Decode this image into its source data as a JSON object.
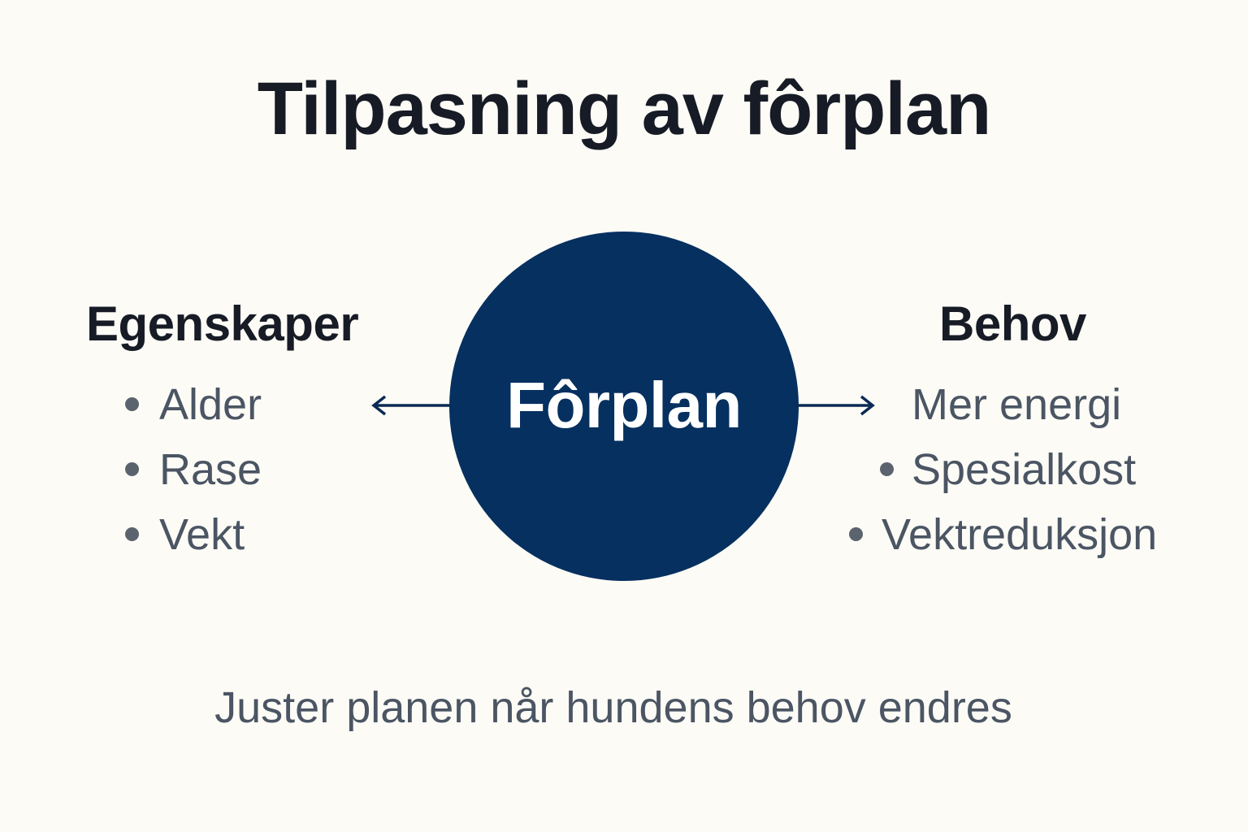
{
  "title": "Tilpasning av fôrplan",
  "left": {
    "heading": "Egenskaper",
    "items": [
      "Alder",
      "Rase",
      "Vekt"
    ]
  },
  "center": {
    "label": "Fôrplan"
  },
  "right": {
    "heading": "Behov",
    "items": [
      "Mer energi",
      "Spesialkost",
      "Vektreduksjon"
    ]
  },
  "footer": "Juster planen når hundens behov endres",
  "colors": {
    "background": "#fcfbf6",
    "circle": "#06305f",
    "heading_text": "#161b25",
    "body_text": "#4b5563",
    "arrow": "#0b2a55"
  }
}
